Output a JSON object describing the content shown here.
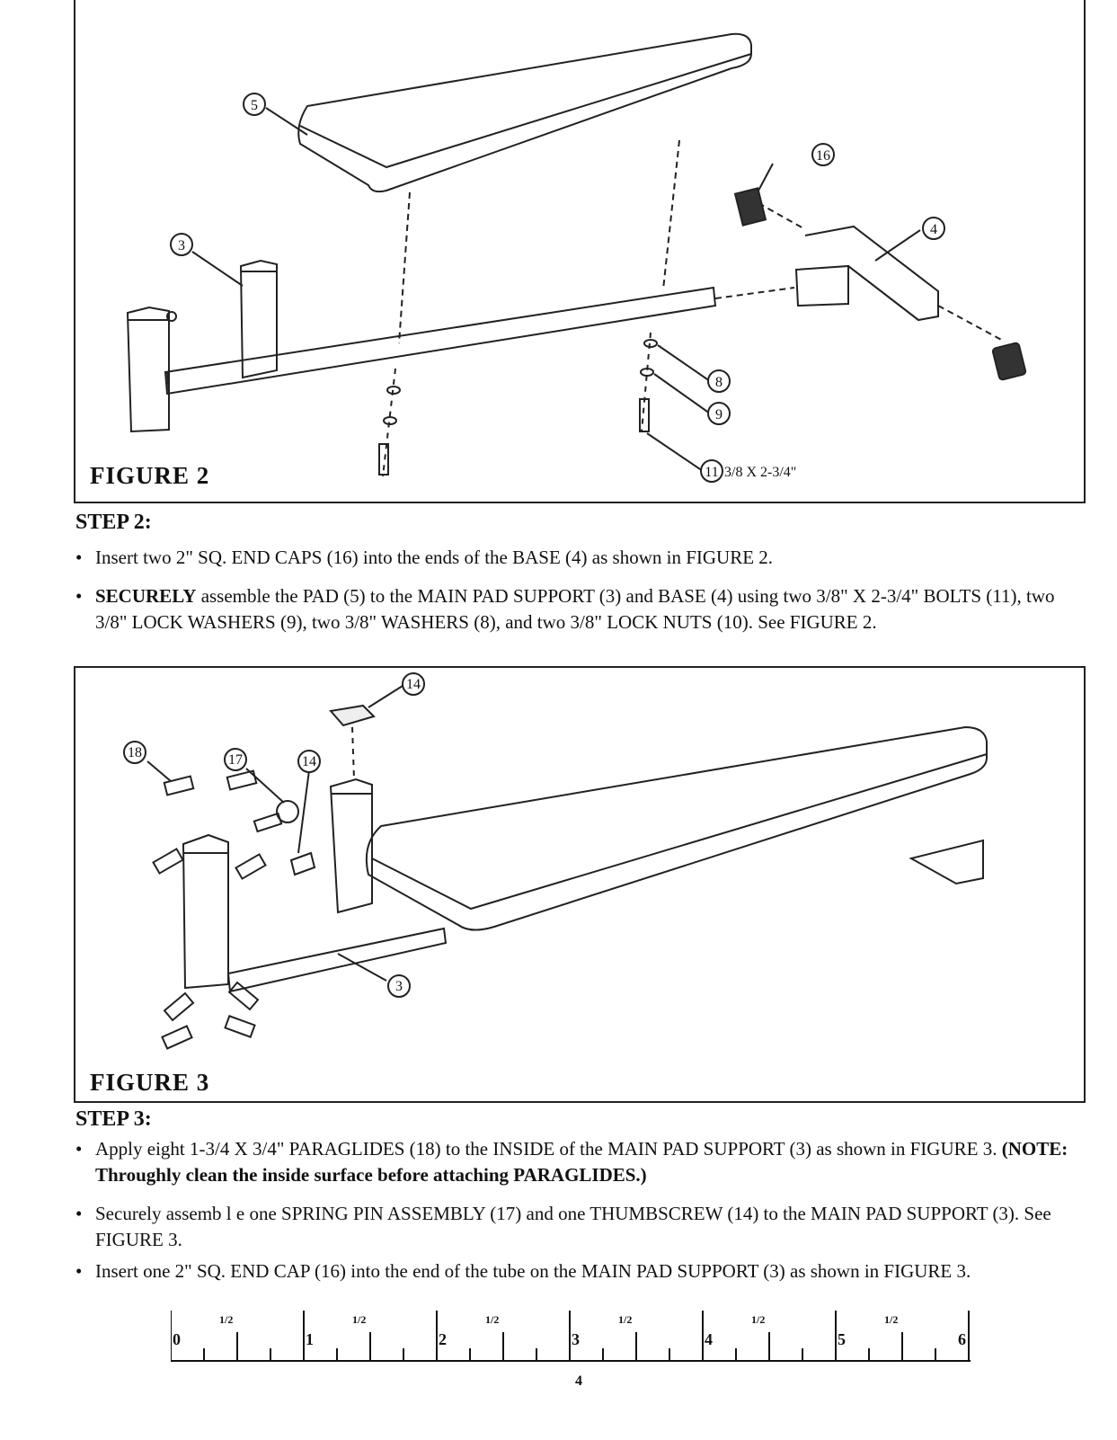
{
  "figure2": {
    "label": "FIGURE 2",
    "callouts": [
      "5",
      "16",
      "3",
      "4",
      "8",
      "9",
      "11"
    ],
    "bolt_spec": "3/8 X 2-3/4\""
  },
  "step2": {
    "title": "STEP 2:",
    "bullets": [
      {
        "bold": "",
        "text": "Insert two 2\" SQ. END CAPS (16) into the ends of the BASE (4) as shown in FIGURE 2."
      },
      {
        "bold": "SECURELY",
        "text": " assemble the PAD (5) to the MAIN PAD SUPPORT (3) and BASE (4) using two 3/8\" X 2-3/4\" BOLTS (11), two 3/8\" LOCK WASHERS (9), two 3/8\" WASHERS (8), and two 3/8\" LOCK NUTS (10). See FIGURE 2."
      }
    ]
  },
  "figure3": {
    "label": "FIGURE 3",
    "callouts": [
      "14",
      "18",
      "17",
      "14",
      "3"
    ]
  },
  "step3": {
    "title": "STEP 3:",
    "bullets": [
      {
        "text": "Apply eight 1-3/4 X 3/4\" PARAGLIDES (18) to the INSIDE of the MAIN PAD SUPPORT (3) as shown in FIGURE 3. ",
        "bold": "(NOTE: Throughly clean the inside surface before attaching PARAGLIDES.)"
      },
      {
        "text": "Securely assemb l e one SPRING PIN ASSEMBLY (17) and one THUMBSCREW (14) to the MAIN PAD SUPPORT (3). See FIGURE 3.",
        "bold": ""
      },
      {
        "text": "Insert one 2\" SQ. END CAP (16) into the end of the tube on the MAIN PAD SUPPORT (3) as shown in FIGURE 3.",
        "bold": ""
      }
    ]
  },
  "ruler": {
    "numbers": [
      "0",
      "1",
      "2",
      "3",
      "4",
      "5",
      "6"
    ],
    "half_label": "1/2"
  },
  "page_number": "4"
}
